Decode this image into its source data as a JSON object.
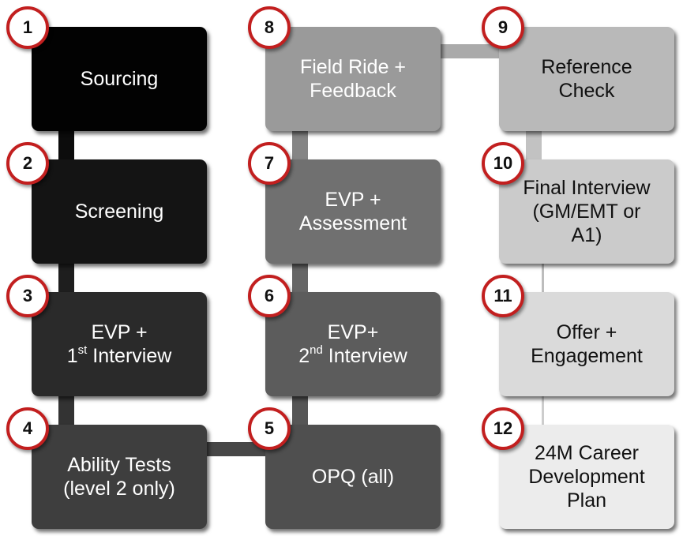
{
  "theme": {
    "badge_border": "#c21f1f",
    "badge_fill": "#ffffff"
  },
  "steps": [
    {
      "number": "1",
      "label": "Sourcing",
      "fill": "#020202",
      "text_color": "#ffffff"
    },
    {
      "number": "2",
      "label": "Screening",
      "fill": "#141414",
      "text_color": "#ffffff"
    },
    {
      "number": "3",
      "line1": "EVP +",
      "line2_pre": "1",
      "line2_sup": "st",
      "line2_post": " Interview",
      "fill": "#2a2a2a",
      "text_color": "#ffffff"
    },
    {
      "number": "4",
      "label": "Ability Tests\n(level 2 only)",
      "fill": "#3e3e3e",
      "text_color": "#ffffff"
    },
    {
      "number": "5",
      "label": "OPQ (all)",
      "fill": "#4f4f4f",
      "text_color": "#ffffff"
    },
    {
      "number": "6",
      "line1": "EVP+",
      "line2_pre": "2",
      "line2_sup": "nd",
      "line2_post": " Interview",
      "fill": "#5c5c5c",
      "text_color": "#ffffff"
    },
    {
      "number": "7",
      "label": "EVP +\nAssessment",
      "fill": "#707070",
      "text_color": "#ffffff"
    },
    {
      "number": "8",
      "label": "Field Ride +\nFeedback",
      "fill": "#9a9a9a",
      "text_color": "#ffffff"
    },
    {
      "number": "9",
      "label": "Reference\nCheck",
      "fill": "#b9b9b9",
      "text_color": "#111111"
    },
    {
      "number": "10",
      "label": "Final Interview\n(GM/EMT or\nA1)",
      "fill": "#cbcbcb",
      "text_color": "#111111"
    },
    {
      "number": "11",
      "label": "Offer +\nEngagement",
      "fill": "#dadada",
      "text_color": "#111111"
    },
    {
      "number": "12",
      "label": "24M Career\nDevelopment\nPlan",
      "fill": "#ececec",
      "text_color": "#111111"
    }
  ]
}
